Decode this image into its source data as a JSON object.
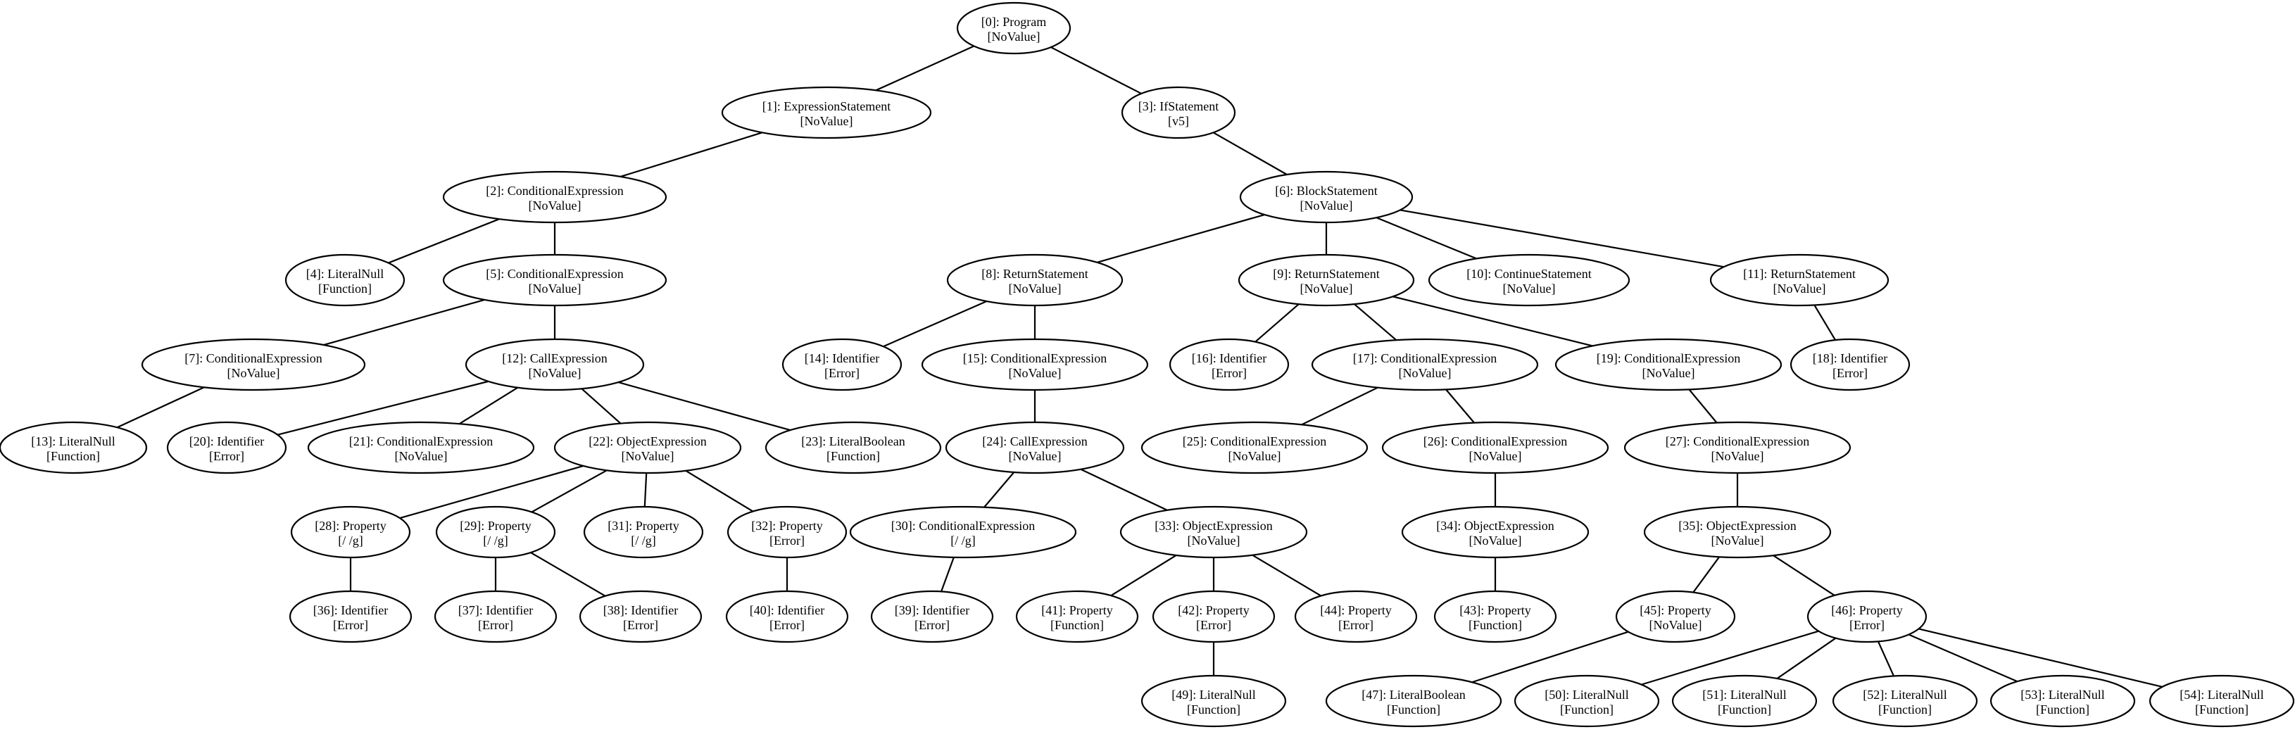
{
  "nodes": [
    {
      "id": 0,
      "label": "[0]: Program",
      "value": "[NoValue]"
    },
    {
      "id": 1,
      "label": "[1]: ExpressionStatement",
      "value": "[NoValue]"
    },
    {
      "id": 3,
      "label": "[3]: IfStatement",
      "value": "[v5]"
    },
    {
      "id": 2,
      "label": "[2]: ConditionalExpression",
      "value": "[NoValue]"
    },
    {
      "id": 6,
      "label": "[6]: BlockStatement",
      "value": "[NoValue]"
    },
    {
      "id": 4,
      "label": "[4]: LiteralNull",
      "value": "[Function]"
    },
    {
      "id": 5,
      "label": "[5]: ConditionalExpression",
      "value": "[NoValue]"
    },
    {
      "id": 8,
      "label": "[8]: ReturnStatement",
      "value": "[NoValue]"
    },
    {
      "id": 9,
      "label": "[9]: ReturnStatement",
      "value": "[NoValue]"
    },
    {
      "id": 10,
      "label": "[10]: ContinueStatement",
      "value": "[NoValue]"
    },
    {
      "id": 11,
      "label": "[11]: ReturnStatement",
      "value": "[NoValue]"
    },
    {
      "id": 7,
      "label": "[7]: ConditionalExpression",
      "value": "[NoValue]"
    },
    {
      "id": 12,
      "label": "[12]: CallExpression",
      "value": "[NoValue]"
    },
    {
      "id": 14,
      "label": "[14]: Identifier",
      "value": "[Error]"
    },
    {
      "id": 15,
      "label": "[15]: ConditionalExpression",
      "value": "[NoValue]"
    },
    {
      "id": 16,
      "label": "[16]: Identifier",
      "value": "[Error]"
    },
    {
      "id": 17,
      "label": "[17]: ConditionalExpression",
      "value": "[NoValue]"
    },
    {
      "id": 19,
      "label": "[19]: ConditionalExpression",
      "value": "[NoValue]"
    },
    {
      "id": 18,
      "label": "[18]: Identifier",
      "value": "[Error]"
    },
    {
      "id": 13,
      "label": "[13]: LiteralNull",
      "value": "[Function]"
    },
    {
      "id": 20,
      "label": "[20]: Identifier",
      "value": "[Error]"
    },
    {
      "id": 21,
      "label": "[21]: ConditionalExpression",
      "value": "[NoValue]"
    },
    {
      "id": 22,
      "label": "[22]: ObjectExpression",
      "value": "[NoValue]"
    },
    {
      "id": 23,
      "label": "[23]: LiteralBoolean",
      "value": "[Function]"
    },
    {
      "id": 24,
      "label": "[24]: CallExpression",
      "value": "[NoValue]"
    },
    {
      "id": 25,
      "label": "[25]: ConditionalExpression",
      "value": "[NoValue]"
    },
    {
      "id": 26,
      "label": "[26]: ConditionalExpression",
      "value": "[NoValue]"
    },
    {
      "id": 27,
      "label": "[27]: ConditionalExpression",
      "value": "[NoValue]"
    },
    {
      "id": 28,
      "label": "[28]: Property",
      "value": "[/ /g]"
    },
    {
      "id": 29,
      "label": "[29]: Property",
      "value": "[/ /g]"
    },
    {
      "id": 31,
      "label": "[31]: Property",
      "value": "[/ /g]"
    },
    {
      "id": 32,
      "label": "[32]: Property",
      "value": "[Error]"
    },
    {
      "id": 30,
      "label": "[30]: ConditionalExpression",
      "value": "[/ /g]"
    },
    {
      "id": 33,
      "label": "[33]: ObjectExpression",
      "value": "[NoValue]"
    },
    {
      "id": 34,
      "label": "[34]: ObjectExpression",
      "value": "[NoValue]"
    },
    {
      "id": 35,
      "label": "[35]: ObjectExpression",
      "value": "[NoValue]"
    },
    {
      "id": 36,
      "label": "[36]: Identifier",
      "value": "[Error]"
    },
    {
      "id": 37,
      "label": "[37]: Identifier",
      "value": "[Error]"
    },
    {
      "id": 38,
      "label": "[38]: Identifier",
      "value": "[Error]"
    },
    {
      "id": 40,
      "label": "[40]: Identifier",
      "value": "[Error]"
    },
    {
      "id": 39,
      "label": "[39]: Identifier",
      "value": "[Error]"
    },
    {
      "id": 41,
      "label": "[41]: Property",
      "value": "[Function]"
    },
    {
      "id": 42,
      "label": "[42]: Property",
      "value": "[Error]"
    },
    {
      "id": 44,
      "label": "[44]: Property",
      "value": "[Error]"
    },
    {
      "id": 43,
      "label": "[43]: Property",
      "value": "[Function]"
    },
    {
      "id": 45,
      "label": "[45]: Property",
      "value": "[NoValue]"
    },
    {
      "id": 46,
      "label": "[46]: Property",
      "value": "[Error]"
    },
    {
      "id": 49,
      "label": "[49]: LiteralNull",
      "value": "[Function]"
    },
    {
      "id": 47,
      "label": "[47]: LiteralBoolean",
      "value": "[Function]"
    },
    {
      "id": 50,
      "label": "[50]: LiteralNull",
      "value": "[Function]"
    },
    {
      "id": 51,
      "label": "[51]: LiteralNull",
      "value": "[Function]"
    },
    {
      "id": 52,
      "label": "[52]: LiteralNull",
      "value": "[Function]"
    },
    {
      "id": 53,
      "label": "[53]: LiteralNull",
      "value": "[Function]"
    },
    {
      "id": 54,
      "label": "[54]: LiteralNull",
      "value": "[Function]"
    }
  ],
  "edges": [
    [
      0,
      1
    ],
    [
      0,
      3
    ],
    [
      1,
      2
    ],
    [
      3,
      6
    ],
    [
      2,
      4
    ],
    [
      2,
      5
    ],
    [
      5,
      7
    ],
    [
      5,
      12
    ],
    [
      7,
      13
    ],
    [
      12,
      20
    ],
    [
      12,
      21
    ],
    [
      12,
      22
    ],
    [
      12,
      23
    ],
    [
      22,
      28
    ],
    [
      22,
      29
    ],
    [
      22,
      31
    ],
    [
      22,
      32
    ],
    [
      28,
      36
    ],
    [
      29,
      37
    ],
    [
      29,
      38
    ],
    [
      32,
      40
    ],
    [
      6,
      8
    ],
    [
      6,
      9
    ],
    [
      6,
      10
    ],
    [
      6,
      11
    ],
    [
      8,
      14
    ],
    [
      8,
      15
    ],
    [
      15,
      24
    ],
    [
      24,
      30
    ],
    [
      24,
      33
    ],
    [
      30,
      39
    ],
    [
      33,
      41
    ],
    [
      33,
      42
    ],
    [
      33,
      44
    ],
    [
      42,
      49
    ],
    [
      9,
      16
    ],
    [
      9,
      17
    ],
    [
      9,
      19
    ],
    [
      17,
      25
    ],
    [
      17,
      26
    ],
    [
      26,
      34
    ],
    [
      34,
      43
    ],
    [
      19,
      27
    ],
    [
      27,
      35
    ],
    [
      35,
      45
    ],
    [
      35,
      46
    ],
    [
      45,
      47
    ],
    [
      46,
      50
    ],
    [
      46,
      51
    ],
    [
      46,
      52
    ],
    [
      46,
      53
    ],
    [
      46,
      54
    ],
    [
      11,
      18
    ]
  ]
}
